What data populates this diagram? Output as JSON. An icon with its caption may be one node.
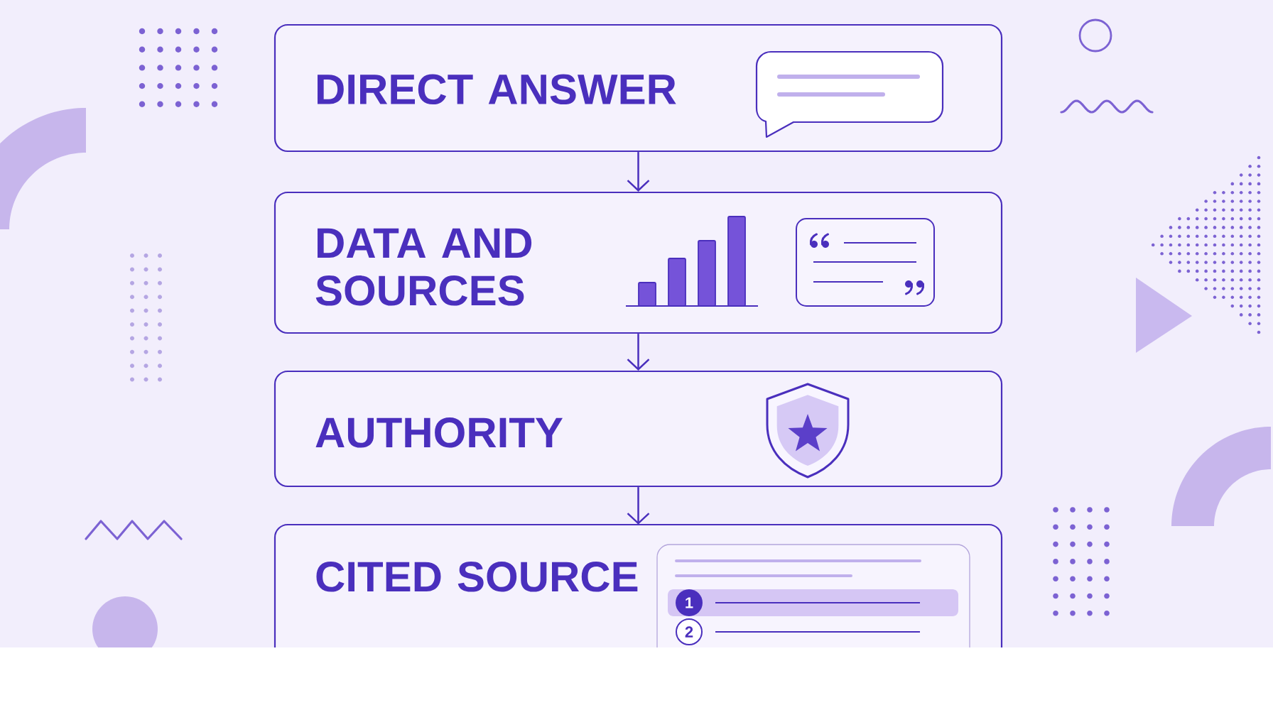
{
  "diagram": {
    "nodes": [
      {
        "text": [
          "DIRECT ANSWER"
        ]
      },
      {
        "text": [
          "DATA AND SOURCES"
        ]
      },
      {
        "text": [
          "AUTHORITY"
        ]
      },
      {
        "text": [
          "CITED SOURCE"
        ]
      },
      {
        "text": [
          "1"
        ],
        "in": 3
      },
      {
        "text": [
          "2"
        ],
        "in": 3
      }
    ],
    "edges": [
      {
        "from": 0,
        "to": 1,
        "arrow": "to"
      },
      {
        "from": 1,
        "to": 2,
        "arrow": "to"
      },
      {
        "from": 2,
        "to": 3,
        "arrow": "to"
      }
    ]
  }
}
